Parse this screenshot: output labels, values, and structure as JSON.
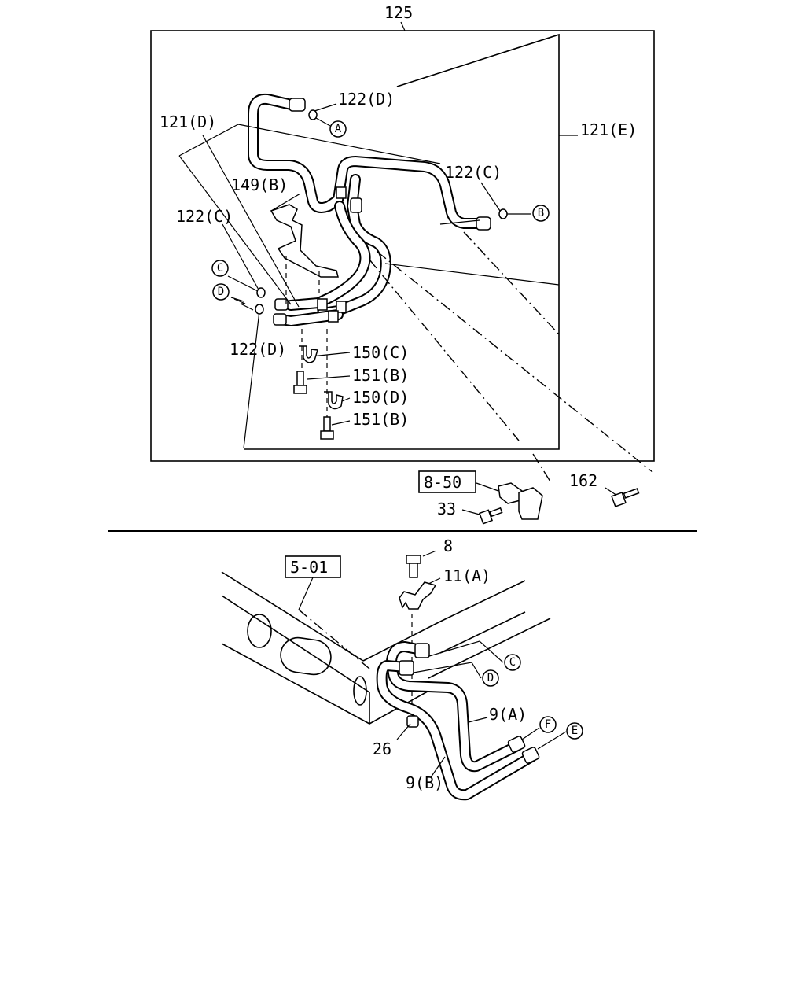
{
  "labels": {
    "l125": "125",
    "l122D_top": "122(D)",
    "l121D": "121(D)",
    "l121E": "121(E)",
    "l122C_right": "122(C)",
    "l149B": "149(B)",
    "l122C_left": "122(C)",
    "l122D_left": "122(D)",
    "l150C": "150(C)",
    "l151B_1": "151(B)",
    "l150D": "150(D)",
    "l151B_2": "151(B)",
    "l850": "8-50",
    "l162": "162",
    "l33": "33",
    "l8": "8",
    "l501": "5-01",
    "l11A": "11(A)",
    "l9A": "9(A)",
    "l26": "26",
    "l9B": "9(B)"
  },
  "callouts": {
    "A": "A",
    "B": "B",
    "C": "C",
    "D": "D",
    "C2": "C",
    "D2": "D",
    "F": "F",
    "E": "E"
  }
}
